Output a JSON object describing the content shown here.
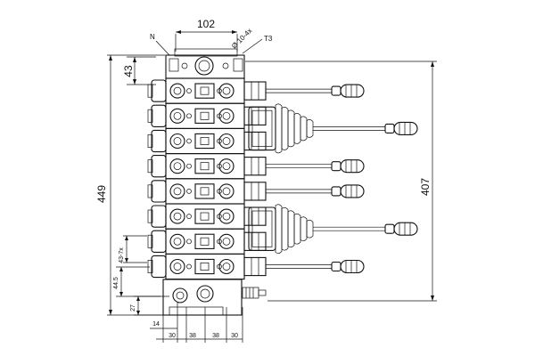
{
  "dimensions": {
    "top_width": "102",
    "port_size": "Ø 10-4x",
    "port_n": "N",
    "port_t3": "T3",
    "inlet_height": "43",
    "total_height": "449",
    "right_height": "407",
    "section_pitch": "43-7x",
    "bottom_section": "44.5",
    "base_offset": "27",
    "bottom_14": "14",
    "bottom_30_left": "30",
    "bottom_38_left": "38",
    "bottom_38_right": "38",
    "bottom_30_right": "30"
  },
  "sections": [
    {
      "actuator": "lever"
    },
    {
      "actuator": "joystick"
    },
    {
      "actuator": "joystick-linked"
    },
    {
      "actuator": "lever"
    },
    {
      "actuator": "lever"
    },
    {
      "actuator": "joystick"
    },
    {
      "actuator": "joystick-linked"
    },
    {
      "actuator": "lever"
    }
  ]
}
